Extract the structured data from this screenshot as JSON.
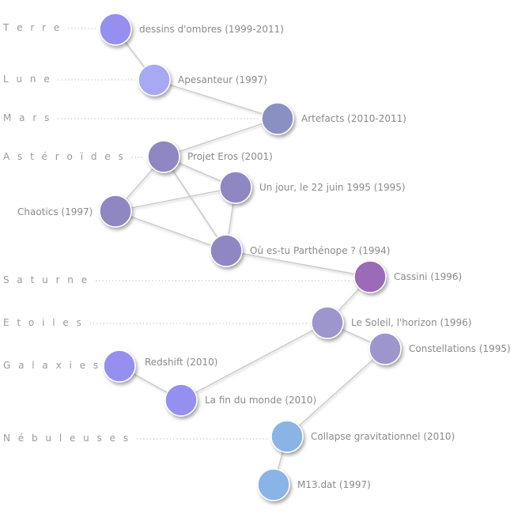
{
  "colors": {
    "blue": "#9590f0",
    "light_blue": "#a7a9f3",
    "slate": "#8a90c2",
    "lavender": "#8f87c2",
    "lavender_light": "#9d96cc",
    "purple": "#9b6ab8",
    "sky": "#8ab4e6"
  },
  "categories": [
    {
      "id": "terre",
      "label": "T e r r e"
    },
    {
      "id": "lune",
      "label": "L u n e"
    },
    {
      "id": "mars",
      "label": "M a r s"
    },
    {
      "id": "asteroides",
      "label": "A s t é r o ï d e s"
    },
    {
      "id": "saturne",
      "label": "S a t u r n e"
    },
    {
      "id": "etoiles",
      "label": "E t o i l e s"
    },
    {
      "id": "galaxies",
      "label": "G a l a x i e s"
    },
    {
      "id": "nebuleuses",
      "label": "N é b u l e u s e s"
    }
  ],
  "nodes": [
    {
      "id": "dessins",
      "label": "dessins d'ombres (1999-2011)",
      "category": "terre",
      "color": "blue"
    },
    {
      "id": "apesanteur",
      "label": "Apesanteur (1997)",
      "category": "lune",
      "color": "light_blue"
    },
    {
      "id": "artefacts",
      "label": "Artefacts (2010-2011)",
      "category": "mars",
      "color": "slate"
    },
    {
      "id": "eros",
      "label": "Projet Eros (2001)",
      "category": "asteroides",
      "color": "lavender"
    },
    {
      "id": "unjour",
      "label": "Un jour, le 22 juin 1995 (1995)",
      "category": "",
      "color": "lavender"
    },
    {
      "id": "chaotics",
      "label": "Chaotics (1997)",
      "category": "",
      "color": "lavender"
    },
    {
      "id": "parthenope",
      "label": "Où es-tu Parthénope ? (1994)",
      "category": "",
      "color": "lavender"
    },
    {
      "id": "cassini",
      "label": "Cassini (1996)",
      "category": "saturne",
      "color": "purple"
    },
    {
      "id": "soleil",
      "label": "Le Soleil, l'horizon (1996)",
      "category": "etoiles",
      "color": "lavender_light"
    },
    {
      "id": "constellations",
      "label": "Constellations (1995)",
      "category": "",
      "color": "lavender_light"
    },
    {
      "id": "redshift",
      "label": "Redshift (2010)",
      "category": "galaxies",
      "color": "blue"
    },
    {
      "id": "findumonde",
      "label": "La fin du monde (2010)",
      "category": "",
      "color": "blue"
    },
    {
      "id": "collapse",
      "label": "Collapse gravitationnel (2010)",
      "category": "nebuleuses",
      "color": "sky"
    },
    {
      "id": "m13",
      "label": "M13.dat (1997)",
      "category": "",
      "color": "sky"
    }
  ],
  "edges": [
    [
      "dessins",
      "apesanteur"
    ],
    [
      "apesanteur",
      "artefacts"
    ],
    [
      "artefacts",
      "eros"
    ],
    [
      "eros",
      "unjour"
    ],
    [
      "eros",
      "chaotics"
    ],
    [
      "eros",
      "parthenope"
    ],
    [
      "unjour",
      "chaotics"
    ],
    [
      "unjour",
      "parthenope"
    ],
    [
      "chaotics",
      "parthenope"
    ],
    [
      "parthenope",
      "cassini"
    ],
    [
      "cassini",
      "soleil"
    ],
    [
      "soleil",
      "constellations"
    ],
    [
      "soleil",
      "findumonde"
    ],
    [
      "redshift",
      "findumonde"
    ],
    [
      "constellations",
      "collapse"
    ],
    [
      "collapse",
      "m13"
    ]
  ]
}
